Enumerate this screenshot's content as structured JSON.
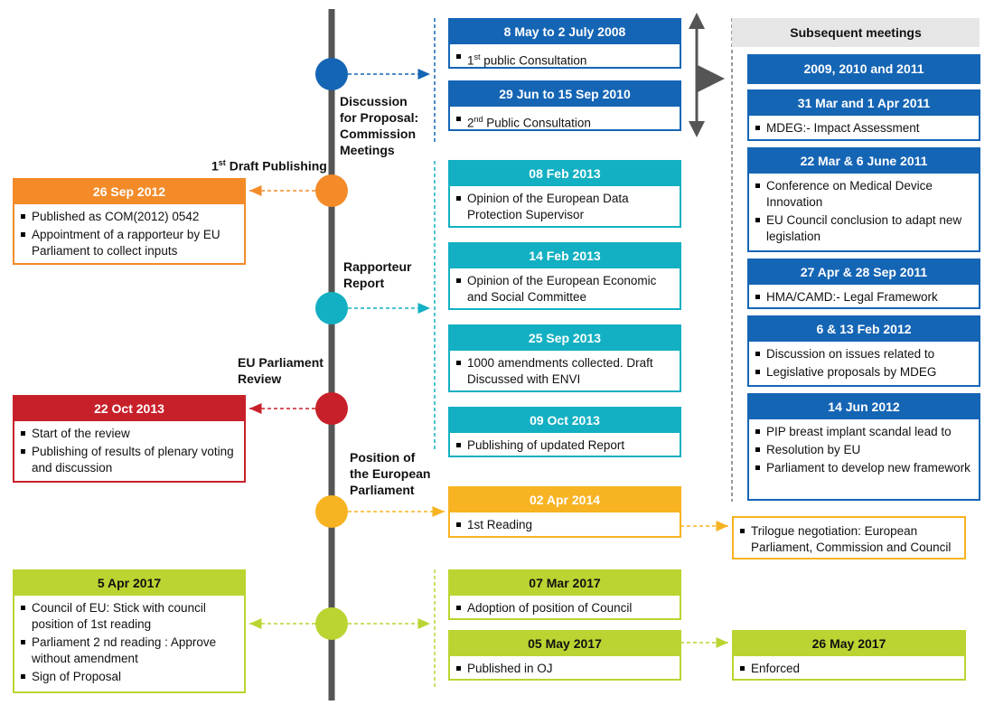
{
  "labels": {
    "discussion": [
      "Discussion",
      "for Proposal:",
      "Commission",
      "Meetings"
    ],
    "draft_publishing": "1st Draft Publishing",
    "rapporteur": [
      "Rapporteur",
      "Report"
    ],
    "eu_review": [
      "EU Parliament",
      "Review"
    ],
    "position": [
      "Position of",
      "the European",
      "Parliament"
    ]
  },
  "subsequent_title": "Subsequent meetings",
  "consult1": {
    "date": "8 May to 2 July 2008",
    "item": "1st public  Consultation"
  },
  "consult2": {
    "date": "29 Jun to 15 Sep 2010",
    "item": "2nd Public Consultation"
  },
  "draft": {
    "date": "26 Sep 2012",
    "items": [
      "Published as COM(2012) 0542",
      "Appointment of a rapporteur by EU Parliament to collect inputs"
    ]
  },
  "teal1": {
    "date": "08 Feb 2013",
    "item": "Opinion of the European Data Protection Supervisor"
  },
  "teal2": {
    "date": "14 Feb 2013",
    "item": "Opinion of the European Economic and Social Committee"
  },
  "teal3": {
    "date": "25 Sep 2013",
    "item": "1000 amendments collected. Draft Discussed with ENVI"
  },
  "teal4": {
    "date": "09 Oct 2013",
    "item": "Publishing of updated Report"
  },
  "review": {
    "date": "22 Oct 2013",
    "items": [
      "Start of the review",
      "Publishing of results of plenary voting and discussion"
    ]
  },
  "reading": {
    "date": "02 Apr 2014",
    "item": "1st Reading"
  },
  "trilogue": {
    "item": "Trilogue negotiation: European Parliament, Commission and Council"
  },
  "council": {
    "date": "5 Apr 2017",
    "items": [
      "Council of EU: Stick with council position of 1st reading",
      "Parliament 2 nd reading : Approve without amendment",
      "Sign of Proposal"
    ]
  },
  "adoption": {
    "date": "07 Mar 2017",
    "item": "Adoption of position of Council"
  },
  "published": {
    "date": "05 May 2017",
    "item": "Published in OJ"
  },
  "enforced": {
    "date": "26 May 2017",
    "item": "Enforced"
  },
  "sub": {
    "years": "2009, 2010 and 2011",
    "m1": {
      "date": "31 Mar and 1 Apr 2011",
      "item": "MDEG:- Impact Assessment"
    },
    "m2": {
      "date": "22 Mar & 6 June 2011",
      "items": [
        "Conference on Medical Device Innovation",
        "EU Council conclusion to adapt new legislation"
      ]
    },
    "m3": {
      "date": "27 Apr & 28 Sep 2011",
      "item": "HMA/CAMD:- Legal Framework"
    },
    "m4": {
      "date": "6 & 13 Feb 2012",
      "items": [
        "Discussion on issues related to",
        "Legislative proposals by MDEG"
      ]
    },
    "m5": {
      "date": "14 Jun 2012",
      "items": [
        "PIP breast implant scandal  lead to",
        "Resolution by EU",
        "Parliament to develop new framework"
      ]
    }
  },
  "colors": {
    "blue": "#1565b5",
    "teal": "#12b0c2",
    "orange": "#f38b28",
    "red": "#c8202a",
    "amber": "#f7b321",
    "lime": "#bcd431"
  }
}
